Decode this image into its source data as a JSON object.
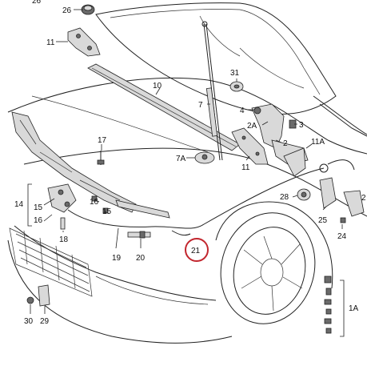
{
  "diagram": {
    "highlight_color": "#c2262e",
    "highlighted_label": "21",
    "labels": {
      "l26": "26",
      "l11a": "11",
      "l10": "10",
      "l7": "7",
      "l31": "31",
      "l4": "4",
      "l2a": "2A",
      "l3": "3",
      "l2": "2",
      "l11b": "11A",
      "l17": "17",
      "l7a": "7A",
      "l11c": "11",
      "l14": "14",
      "l15a": "15",
      "l16a": "16",
      "l16b": "16",
      "l15b": "15",
      "l18": "18",
      "l19": "19",
      "l20": "20",
      "l21": "21",
      "l28": "28",
      "l25": "25",
      "l24": "24",
      "l2b": "2",
      "l1a": "1A",
      "l30": "30",
      "l29": "29",
      "l26top": "26"
    }
  }
}
